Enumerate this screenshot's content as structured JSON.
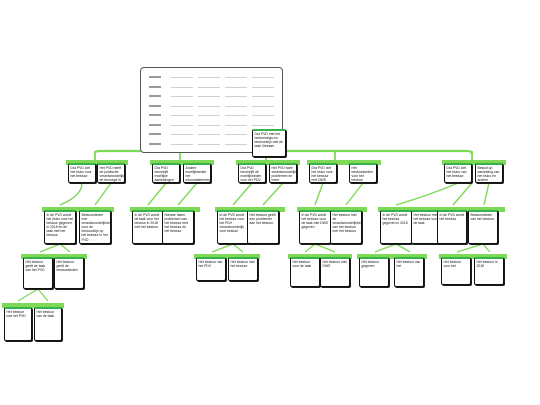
{
  "diagram": {
    "colors": {
      "connector": "#7ed957",
      "connector_dark": "#4caf50",
      "node_border": "#111111"
    },
    "thumbnail": {
      "rows": 8
    },
    "root": {
      "text": "Dra PVD met het herkennings-en bestuurslijn met de taak Vietnam"
    },
    "level1": [
      {
        "text": "Dra PVD ziet het risico voor het bestuur"
      },
      {
        "text": "Het PVD heeft de juridische verantwoordelijkheid, de bevoegd in 2018"
      },
      {
        "text": "Dra PVD beschrijft moeilijke aanleidingen met een taak NOVI"
      },
      {
        "text": "Andere moeilijkheden het informatieterrein beschrijft het netwerk, de bestuur"
      },
      {
        "text": "Dra PVD beschrijft de moeilijkheden voor het PDV"
      },
      {
        "text": "Het PVD twee verantwoordelijkheden, problemen en meer mogelijkheden met de werking"
      },
      {
        "text": "Dra PVD ziet het risico voor het bestuur met DWS"
      },
      {
        "text": "Het bestuursleden voor het bestuur"
      },
      {
        "text": "Dra PVD ziet het risico van het bestuur"
      },
      {
        "text": "Besluit op aanleiding van het risico en andere bestuursleden van het"
      }
    ],
    "level2": [
      {
        "text": "In de PVD wordt het risico voor het bestuur gegeven in 2018 en de taak met het bestuur"
      },
      {
        "text": "Bestuursleden met verantwoordelijkheid voor de bestuurslijn op het bestuur in het PVD"
      },
      {
        "text": "In de PVD wordt de taak voor het bestuur in 2018 met het bestuur"
      },
      {
        "text": "Nieuwe taken problemen van het bestuur met het bestuur en het bestuur"
      },
      {
        "text": "In de PVD wordt het bestuur voor het PDV verantwoordelijk voor bestuur"
      },
      {
        "text": "Het bestuur geeft een problemen aan het bestuur"
      },
      {
        "text": "In de PVD wordt het bestuur voor de taak met DWS gegeven"
      },
      {
        "text": "Het bestuur met de verantwoordelijkheid van het bestuur met het bestuur"
      },
      {
        "text": "In de PVD wordt het bestuur gegeven in 2018"
      },
      {
        "text": "Het bestuur met het bestuur voor de taak"
      },
      {
        "text": "In de PVD wordt het bestuur"
      },
      {
        "text": "Bestuursleden van het bestuur"
      }
    ],
    "level3": [
      {
        "text": "Het bestuur geeft de taak van het PVD"
      },
      {
        "text": "Het bestuur geeft de bestuursleden"
      },
      {
        "text": "Het bestuur van het PDV"
      },
      {
        "text": "Het bestuur met het bestuur"
      },
      {
        "text": "Het bestuur voor de taak"
      },
      {
        "text": "Het bestuur met DWS"
      },
      {
        "text": "Het bestuur gegeven"
      },
      {
        "text": "Het bestuur van het"
      },
      {
        "text": "Het bestuur voor het"
      },
      {
        "text": "Het bestuur in 2018"
      }
    ],
    "level4": [
      {
        "text": "Het bestuur met het PVD"
      },
      {
        "text": "Het bestuur van de taak"
      }
    ]
  }
}
